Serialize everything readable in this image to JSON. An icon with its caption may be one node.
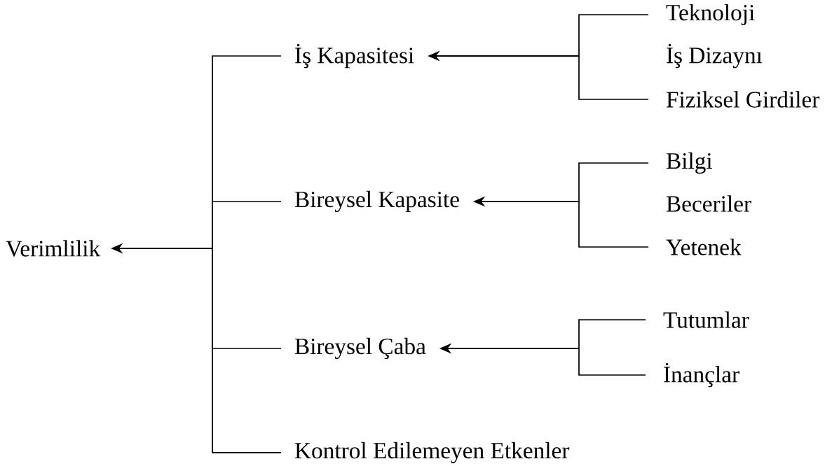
{
  "diagram": {
    "nodes": [
      {
        "text": [
          "Verimlilik"
        ]
      },
      {
        "text": [
          "İş Kapasitesi"
        ]
      },
      {
        "text": [
          "Teknoloji"
        ]
      },
      {
        "text": [
          "İş Dizaynı"
        ]
      },
      {
        "text": [
          "Fiziksel Girdiler"
        ]
      },
      {
        "text": [
          "Bireysel Kapasite"
        ]
      },
      {
        "text": [
          "Bilgi"
        ]
      },
      {
        "text": [
          "Beceriler"
        ]
      },
      {
        "text": [
          "Yetenek"
        ]
      },
      {
        "text": [
          "Bireysel Çaba"
        ]
      },
      {
        "text": [
          "Tutumlar"
        ]
      },
      {
        "text": [
          "İnançlar"
        ]
      },
      {
        "text": [
          "Kontrol Edilemeyen Etkenler"
        ]
      }
    ],
    "edges": [
      {
        "from": 1,
        "to": 0,
        "arrow": "to"
      },
      {
        "from": 5,
        "to": 0,
        "arrow": "to"
      },
      {
        "from": 9,
        "to": 0,
        "arrow": "to"
      },
      {
        "from": 12,
        "to": 0,
        "arrow": "to"
      },
      {
        "from": 2,
        "to": 1,
        "arrow": "to"
      },
      {
        "from": 4,
        "to": 1,
        "arrow": "to"
      },
      {
        "from": 6,
        "to": 5,
        "arrow": "to"
      },
      {
        "from": 8,
        "to": 5,
        "arrow": "to"
      },
      {
        "from": 10,
        "to": 9,
        "arrow": "to"
      },
      {
        "from": 11,
        "to": 9,
        "arrow": "to"
      }
    ]
  }
}
